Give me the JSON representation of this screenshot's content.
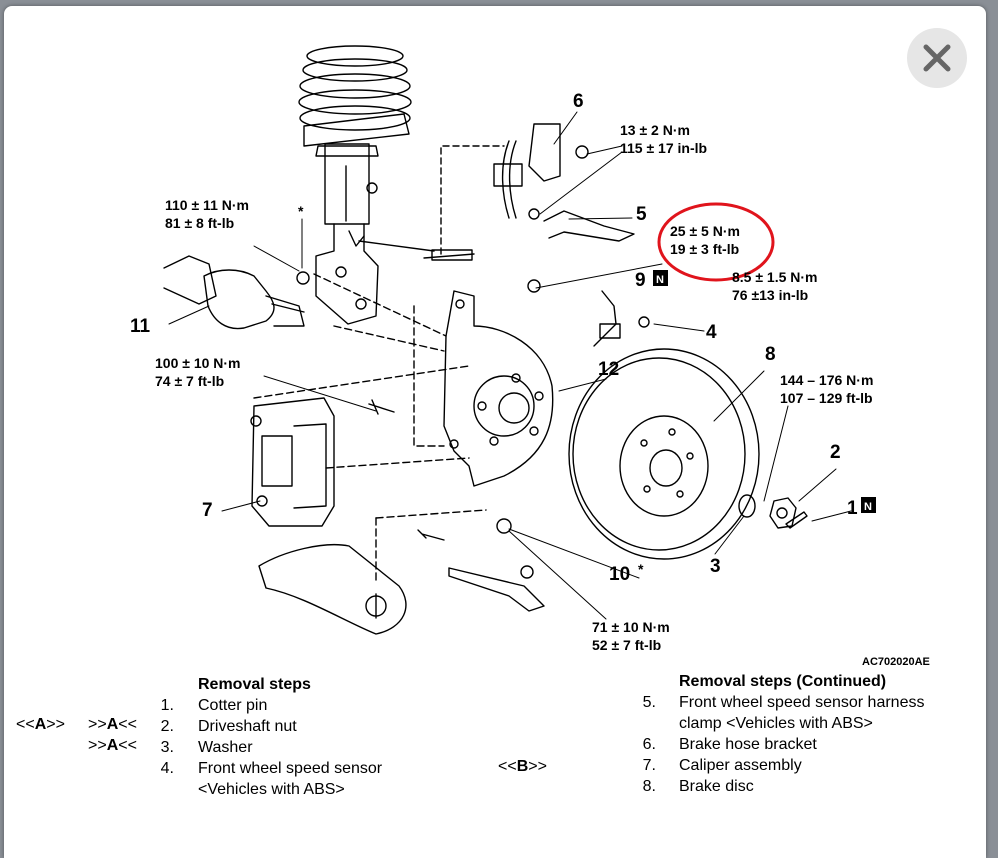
{
  "labels": {
    "p1": "1",
    "p2": "2",
    "p3": "3",
    "p4": "4",
    "p5": "5",
    "p6": "6",
    "p7": "7",
    "p8": "8",
    "p9": "9",
    "p10": "10",
    "p11": "11",
    "p12": "12",
    "n_marker": "N",
    "star": "*",
    "figure_code": "AC702020AE"
  },
  "torques": {
    "t6_a": "13 ± 2 N·m",
    "t6_b": "115 ± 17 in-lb",
    "t5_a": "25 ± 5 N·m",
    "t5_b": "19 ± 3 ft-lb",
    "t4_a": "8.5 ± 1.5 N·m",
    "t4_b": "76 ±13 in-lb",
    "t_strut_a": "110 ± 11 N·m",
    "t_strut_b": "81 ± 8 ft-lb",
    "t_cal_a": "100 ± 10 N·m",
    "t_cal_b": "74 ± 7 ft-lb",
    "t_hub_a": "144 – 176 N·m",
    "t_hub_b": "107 – 129 ft-lb",
    "t10_a": "71 ± 10 N·m",
    "t10_b": "52 ± 7 ft-lb"
  },
  "steps_left": {
    "heading": "Removal steps",
    "items": [
      {
        "num": "1.",
        "text": "Cotter pin"
      },
      {
        "num": "2.",
        "text": "Driveshaft nut"
      },
      {
        "num": "3.",
        "text": "Washer"
      },
      {
        "num": "4.",
        "text": "Front wheel speed sensor"
      },
      {
        "num": "",
        "text": "<Vehicles with ABS>"
      }
    ],
    "tag_a_pre": "<<",
    "tag_a_letter": "A",
    "tag_a_post": ">>",
    "tag_a2_pre": ">>",
    "tag_a2_letter": "A",
    "tag_a2_post": "<<",
    "tag_a3_pre": ">>",
    "tag_a3_letter": "A",
    "tag_a3_post": "<<"
  },
  "steps_right": {
    "heading": "Removal steps (Continued)",
    "items": [
      {
        "num": "5.",
        "text": "Front wheel speed sensor harness"
      },
      {
        "num": "",
        "text": "clamp <Vehicles with ABS>"
      },
      {
        "num": "6.",
        "text": "Brake hose bracket"
      },
      {
        "num": "7.",
        "text": "Caliper assembly"
      },
      {
        "num": "8.",
        "text": "Brake disc"
      }
    ],
    "tag_b_pre": "<<",
    "tag_b_letter": "B",
    "tag_b_post": ">>"
  },
  "colors": {
    "highlight_circle": "#e0141c",
    "backdrop": "#8a8f96",
    "close_bg": "#e6e6e6",
    "close_x": "#666666"
  },
  "icons": {
    "close": "close-icon"
  }
}
